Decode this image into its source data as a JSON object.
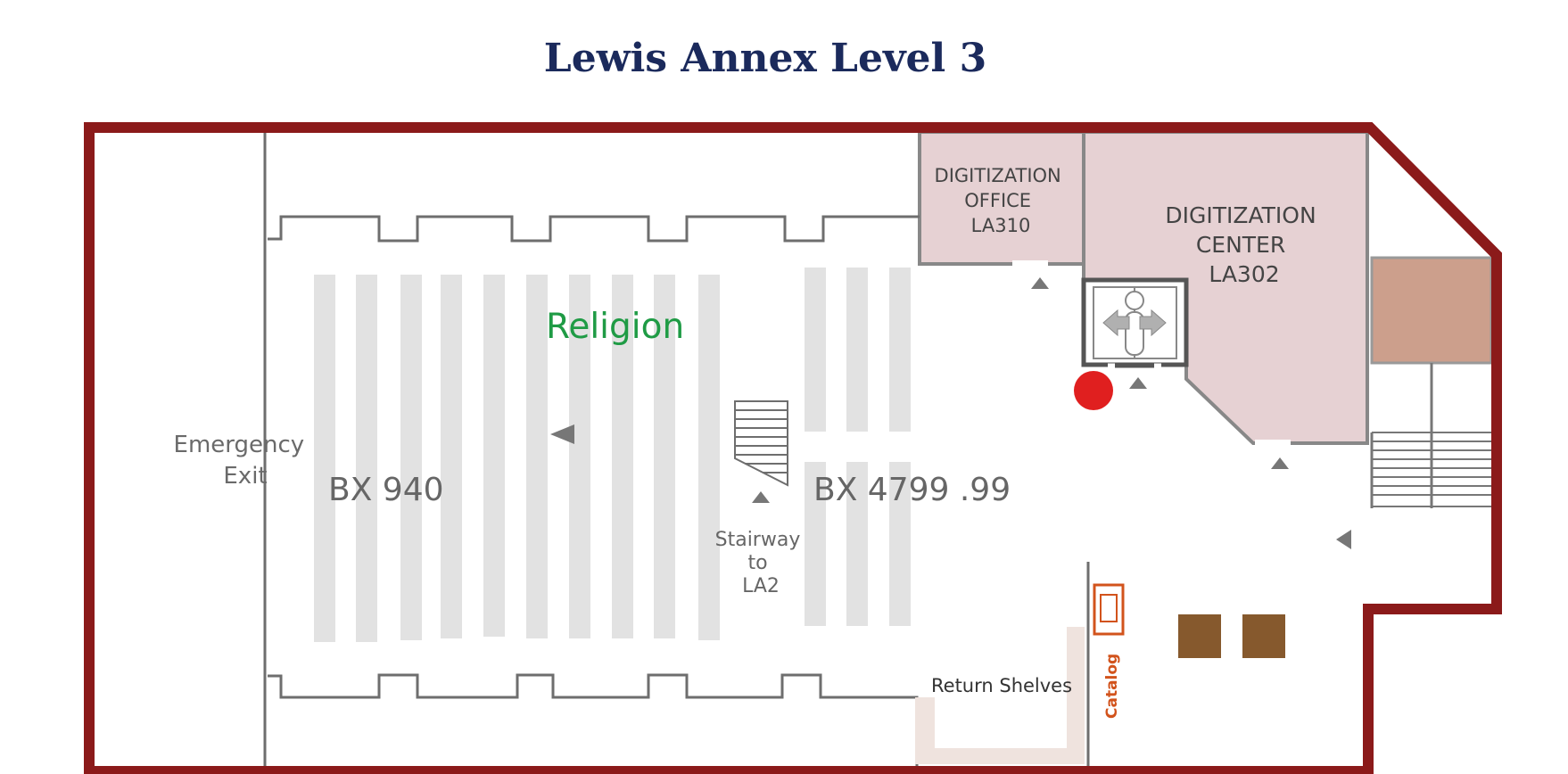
{
  "title": "Lewis Annex Level 3",
  "rooms": {
    "digitization_office": [
      "DIGITIZATION",
      "OFFICE",
      "LA310"
    ],
    "digitization_center": [
      "DIGITIZATION",
      "CENTER",
      "LA302"
    ]
  },
  "subject_label": "Religion",
  "call_ranges": {
    "start": "BX 940",
    "end": "BX 4799 .99"
  },
  "emergency_exit": [
    "Emergency",
    "Exit"
  ],
  "stairway": [
    "Stairway",
    "to",
    "LA2"
  ],
  "return_shelves": "Return Shelves",
  "catalog_label": "Catalog",
  "colors": {
    "title": "#1b2a5c",
    "outer_wall": "#8b1a1a",
    "wall": "#6e6e6e",
    "shelf": "#e2e2e2",
    "room_fill": "#e6d1d3",
    "stair_fill": "#cc9f8c",
    "subject": "#1f9b45",
    "you_are_here": "#e01f1f",
    "table": "#86592d",
    "catalog": "#d2531c",
    "return_shelf": "#efe3de"
  },
  "icons": [
    "elevator-icon",
    "you-are-here-marker",
    "catalog-terminal-icon",
    "direction-arrow-icon"
  ]
}
